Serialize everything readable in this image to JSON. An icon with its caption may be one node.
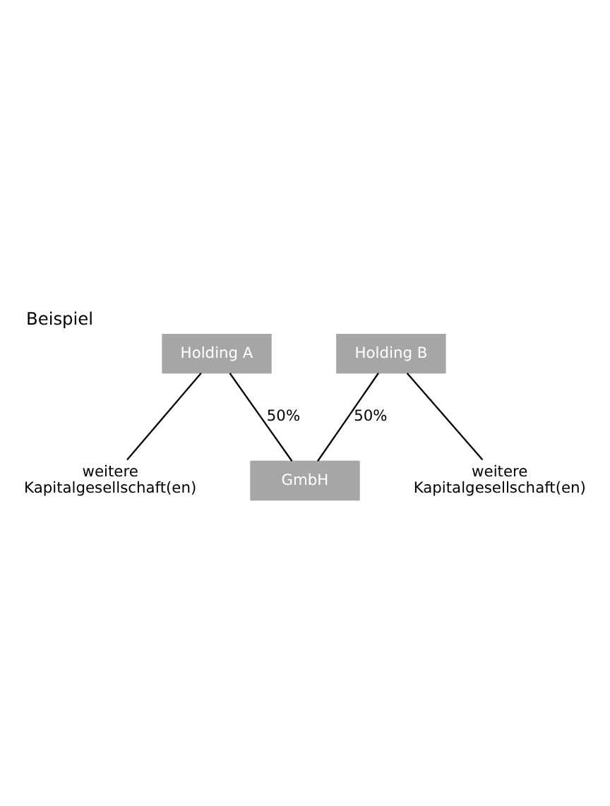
{
  "diagram": {
    "title": "Beispiel",
    "nodes": [
      {
        "text": [
          "Holding A"
        ]
      },
      {
        "text": [
          "Holding B"
        ]
      },
      {
        "text": [
          "weitere Kapitalgesellschaft(en)"
        ]
      },
      {
        "text": [
          "GmbH"
        ]
      },
      {
        "text": [
          "weitere Kapitalgesellschaft(en)"
        ]
      }
    ],
    "edges": [
      {
        "from": 0,
        "to": 2,
        "arrow": "none"
      },
      {
        "from": 0,
        "to": 3,
        "arrow": "none",
        "label": "50%"
      },
      {
        "from": 1,
        "to": 3,
        "arrow": "none",
        "label": "50%"
      },
      {
        "from": 1,
        "to": 4,
        "arrow": "none"
      }
    ]
  }
}
